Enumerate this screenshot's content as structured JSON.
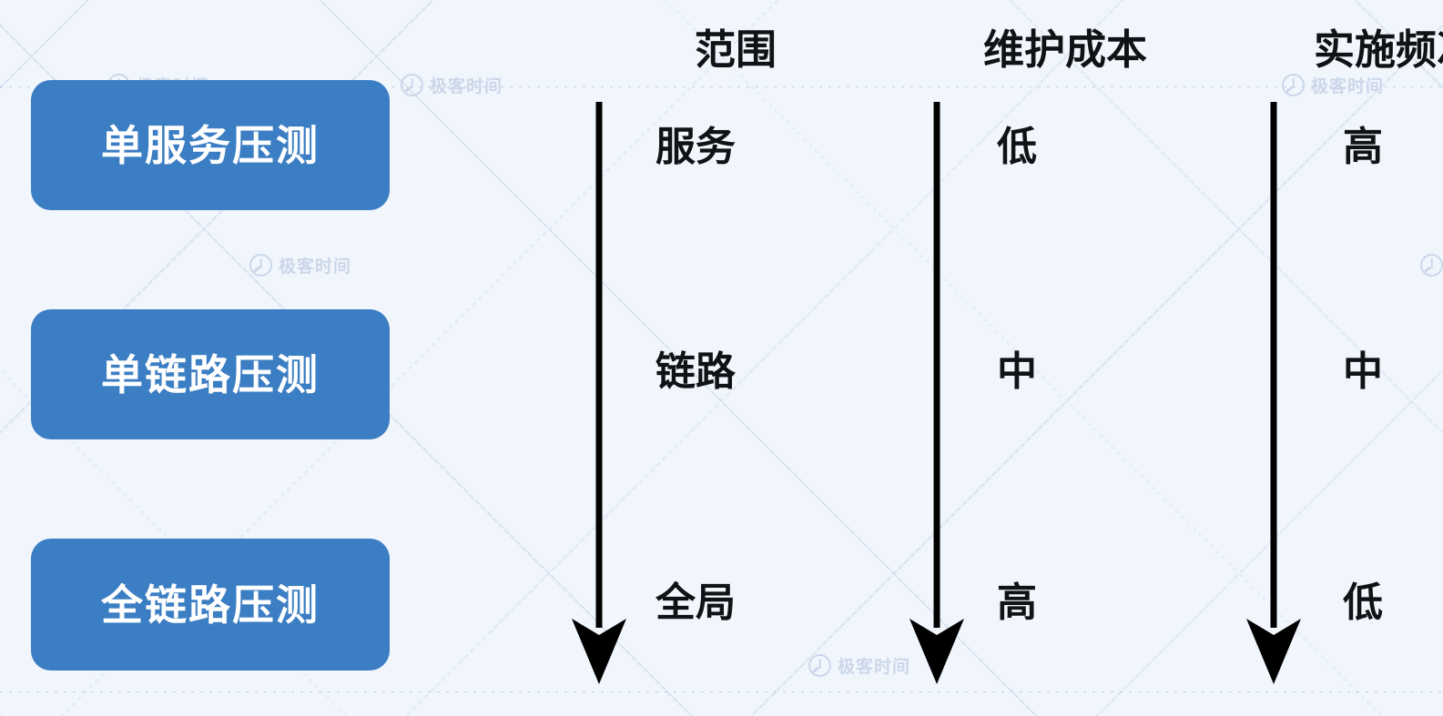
{
  "theme": {
    "background": "#f1f6fd",
    "card_blue": "#3c7ec3",
    "card_text": "#ffffff",
    "ink": "#111215",
    "watermark": "#c9d6e8"
  },
  "watermark": {
    "text": "极客时间",
    "icon": "geektime-logo-icon"
  },
  "cards": [
    {
      "label": "单服务压测"
    },
    {
      "label": "单链路压测"
    },
    {
      "label": "全链路压测"
    }
  ],
  "columns": [
    {
      "header": "范围",
      "arrow": "down-arrow-icon",
      "values": [
        "服务",
        "链路",
        "全局"
      ]
    },
    {
      "header": "维护成本",
      "arrow": "down-arrow-icon",
      "values": [
        "低",
        "中",
        "高"
      ]
    },
    {
      "header": "实施频次",
      "arrow": "down-arrow-icon",
      "values": [
        "高",
        "中",
        "低"
      ]
    }
  ]
}
